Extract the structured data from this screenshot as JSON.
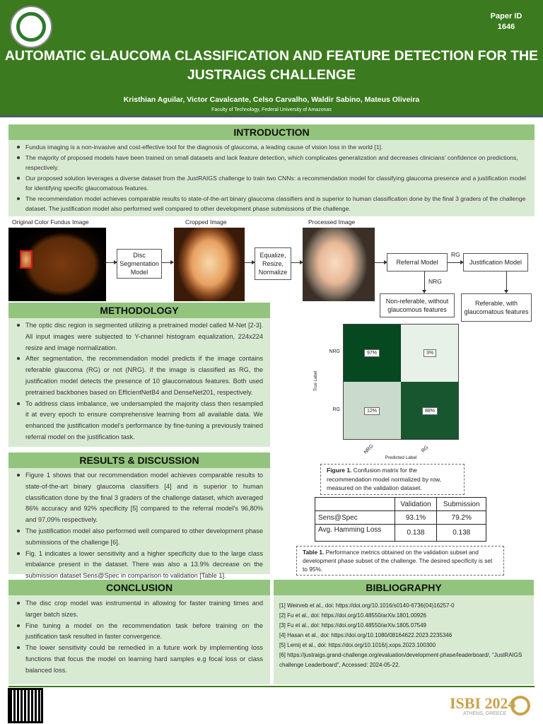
{
  "header": {
    "paper_id_label": "Paper ID",
    "paper_id": "1646",
    "title_line1": "AUTOMATIC GLAUCOMA CLASSIFICATION AND FEATURE DETECTION FOR THE",
    "title_line2": "JUSTRAIGS CHALLENGE",
    "authors": "Kristhian Aguilar, Victor Cavalcante, Celso Carvalho, Waldir Sabino, Mateus Oliveira",
    "affiliation": "Faculty of Technology, Federal University of Amazonas",
    "logo": "Federal University of Amazonas seal"
  },
  "introduction": {
    "title": "INTRODUCTION",
    "items": [
      "Fundus imaging is a non-invasive and cost-effective tool for the diagnosis of glaucoma, a leading cause of vision loss in the world [1].",
      "The majority of proposed models have been trained on small datasets and lack feature detection, which complicates generalization and decreases clinicians' confidence on predictions, respectively.",
      "Our proposed solution leverages a diverse dataset from the JustRAIGS challenge to train two CNNs: a recommendation model for classifying glaucoma presence and a justification model for identifying specific glaucomatous features.",
      "The recommendation model achieves comparable results to state-of-the-art binary glaucoma classifiers and is superior to human classification done by the final 3 graders of the challenge dataset. The justification model also performed well compared to other development phase submissions of the challenge."
    ]
  },
  "pipeline": {
    "original_label": "Original Color Fundus Image",
    "cropped_label": "Cropped Image",
    "processed_label": "Processed Image",
    "disc_seg": "Disc Segmentation Model",
    "equalize": "Equalize, Resize, Normalize",
    "referral": "Referral Model",
    "justification": "Justification Model",
    "rg": "RG",
    "nrg": "NRG",
    "non_referable": "Non-referable, without glaucomous features",
    "referable": "Referable, with glaucomatous features"
  },
  "methodology": {
    "title": "METHODOLOGY",
    "items": [
      "The optic disc region is segmented utilizing a pretrained model called M-Net [2-3]. All input images were subjected to Y-channel histogram equalization, 224x224 resize and image normalization.",
      "After segmentation, the recommendation model predicts if the image contains referable glaucoma (RG) or not (NRG). If the image is classified as RG, the justification model detects the presence of 10 glaucomatous features. Both used pretrained backbones based on EfficientNetB4 and DenseNet201, respectively.",
      "To address class imbalance, we undersampled the majority class then resampled it at every epoch to ensure comprehensive learning from all available data. We enhanced the justification model's performance by fine-tuning a previously trained referral model on the justification task."
    ]
  },
  "results": {
    "title": "RESULTS & DISCUSSION",
    "items": [
      "Figure 1 shows that our recommendation model achieves comparable results to state-of-the-art binary glaucoma classifiers [4] and is superior to human classification done by the final 3 graders of the challenge dataset, which averaged 86% accuracy and 92% specificity [5] compared to the referral model's 96,80% and 97,09% respectively.",
      "The justification model also performed well compared to other development phase submissions of the challenge [6].",
      "Fig. 1 indicates a lower sensitivity and a higher specificity due to the large class imbalance present in the dataset. There was also a 13.9% decrease on the submission dataset Sens@Spec in comparison to validation [Table 1]."
    ]
  },
  "conclusion": {
    "title": "CONCLUSION",
    "items": [
      "The disc crop model was instrumental in allowing for faster training times and larger batch sizes.",
      "Fine tuning a model on the recommendation task before training on the justification task resulted in faster convergence.",
      "The lower sensitivity could be remedied in a future work by implementing loss functions that focus the model on learning hard samples e.g focal loss or class balanced loss."
    ]
  },
  "chart_data": {
    "type": "heatmap",
    "xlabel": "Predicted Label",
    "ylabel": "True Label",
    "x_categories": [
      "NRG",
      "RG"
    ],
    "y_categories": [
      "NRG",
      "RG"
    ],
    "values": [
      [
        97,
        3
      ],
      [
        12,
        88
      ]
    ],
    "labels": [
      [
        "97%",
        "3%"
      ],
      [
        "12%",
        "88%"
      ]
    ],
    "colormap": "greens"
  },
  "figure1": {
    "bold": "Figure 1.",
    "text": " Confusion matrix for the recommendation model normalized by row, measured on the validation dataset."
  },
  "table1": {
    "headers": [
      "",
      "Validation",
      "Submission"
    ],
    "rows": [
      [
        "Sens@Spec",
        "93.1%",
        "79.2%"
      ],
      [
        "Avg. Hamming Loss",
        "0.138",
        "0.138"
      ]
    ],
    "caption_bold": "Table 1.",
    "caption": " Performance metrics obtained on the validation subset and development phase subset of the challenge. The desired specificity is set to 95%."
  },
  "bibliography": {
    "title": "BIBLIOGRAPHY",
    "items": [
      "[1] Weinreb et al., doi: https://doi.org/10.1016/s0140-6736(04)16257-0",
      "[2] Fu et al., doi: https://doi.org/10.48550/arXiv.1801.00926",
      "[3] Fu et al., doi: https://doi.org/10.48550/arXiv.1805.07549",
      "[4] Hasan  et al., doi: https://doi.org/10.1080/08164622.2023.2235346",
      "[5] Lemij et al.,  doi: https://doi.org/10.1016/j.xops.2023.100300",
      "[6]  https://justraigs.grand-challenge.org/evaluation/development-phase/leaderboard/, “JustRAIGS challenge Leaderboard”, Accessed: 2024-05-22."
    ]
  },
  "footer": {
    "isbi": "ISBI 2024",
    "isbi_sub": "ATHENS, GREECE"
  },
  "colors": {
    "header": "#3b7a1e",
    "section_header": "#93c47d",
    "section_body": "#d9ead3"
  }
}
